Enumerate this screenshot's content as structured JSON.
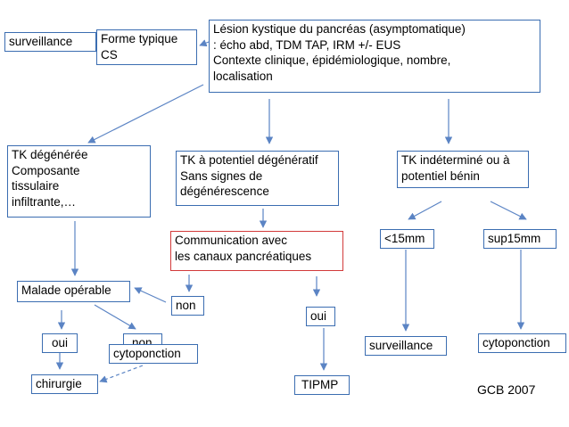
{
  "nodes": {
    "main": [
      "Lésion kystique du pancréas (asymptomatique)",
      ": écho abd, TDM TAP, IRM +/- EUS",
      "Contexte clinique, épidémiologique, nombre,",
      "localisation"
    ],
    "forme_typique": [
      "Forme typique",
      "CS"
    ],
    "surveillance_top": "surveillance",
    "tk_degeneree": [
      "TK dégénérée",
      "Composante",
      "tissulaire",
      "infiltrante,…"
    ],
    "tk_potentiel": [
      "TK à potentiel dégénératif",
      "Sans signes de",
      "dégénérescence"
    ],
    "tk_indetermine": [
      "TK indéterminé ou à",
      "potentiel bénin"
    ],
    "communication": [
      "Communication avec",
      "les canaux pancréatiques"
    ],
    "lt15": "<15mm",
    "sup15": "sup15mm",
    "malade_operable": "Malade opérable",
    "non_comm": "non",
    "oui_comm": "oui",
    "oui_left": "oui",
    "non_left": "non",
    "cyto_left": "cytoponction",
    "chirurgie": "chirurgie",
    "tipmp": "TIPMP",
    "surveillance_bottom": "surveillance",
    "cyto_right": "cytoponction"
  },
  "footer": "GCB 2007",
  "colors": {
    "box_border": "#3b6db1",
    "highlight_border": "#d23a3a",
    "arrow": "#5b84c4"
  }
}
